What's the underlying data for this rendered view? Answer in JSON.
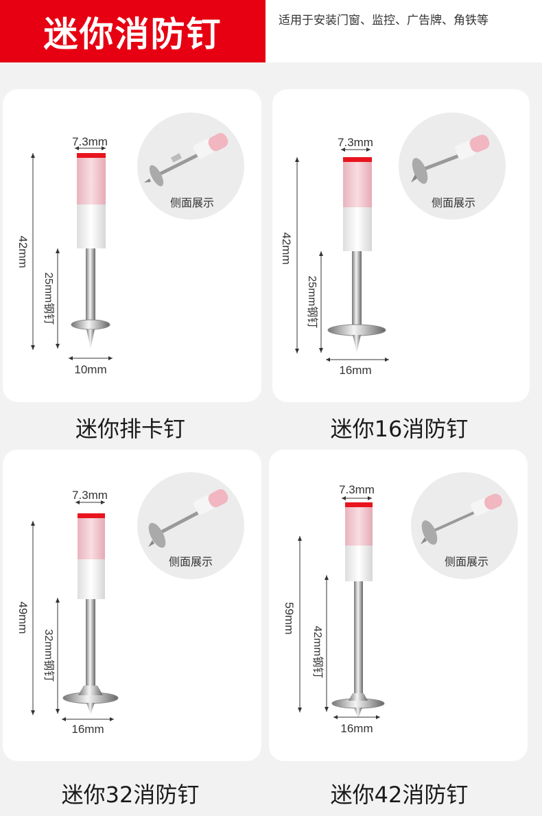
{
  "header": {
    "title": "迷你消防钉",
    "subtitle": "适用于安装门窗、监控、广告牌、角铁等"
  },
  "side_view_label": "侧面展示",
  "products": [
    {
      "name": "迷你排卡钉",
      "top_width": "7.3mm",
      "total_length": "42mm",
      "nail_length": "25mm钢钉",
      "washer": "10mm"
    },
    {
      "name": "迷你16消防钉",
      "top_width": "7.3mm",
      "total_length": "42mm",
      "nail_length": "25mm钢钉",
      "washer": "16mm"
    },
    {
      "name": "迷你32消防钉",
      "top_width": "7.3mm",
      "total_length": "49mm",
      "nail_length": "32mm钢钉",
      "washer": "16mm"
    },
    {
      "name": "迷你42消防钉",
      "top_width": "7.3mm",
      "total_length": "59mm",
      "nail_length": "42mm钢钉",
      "washer": "16mm"
    }
  ],
  "colors": {
    "accent": "#e60012",
    "cap_pink": "#f3c9d0",
    "cap_red": "#e8141e"
  }
}
